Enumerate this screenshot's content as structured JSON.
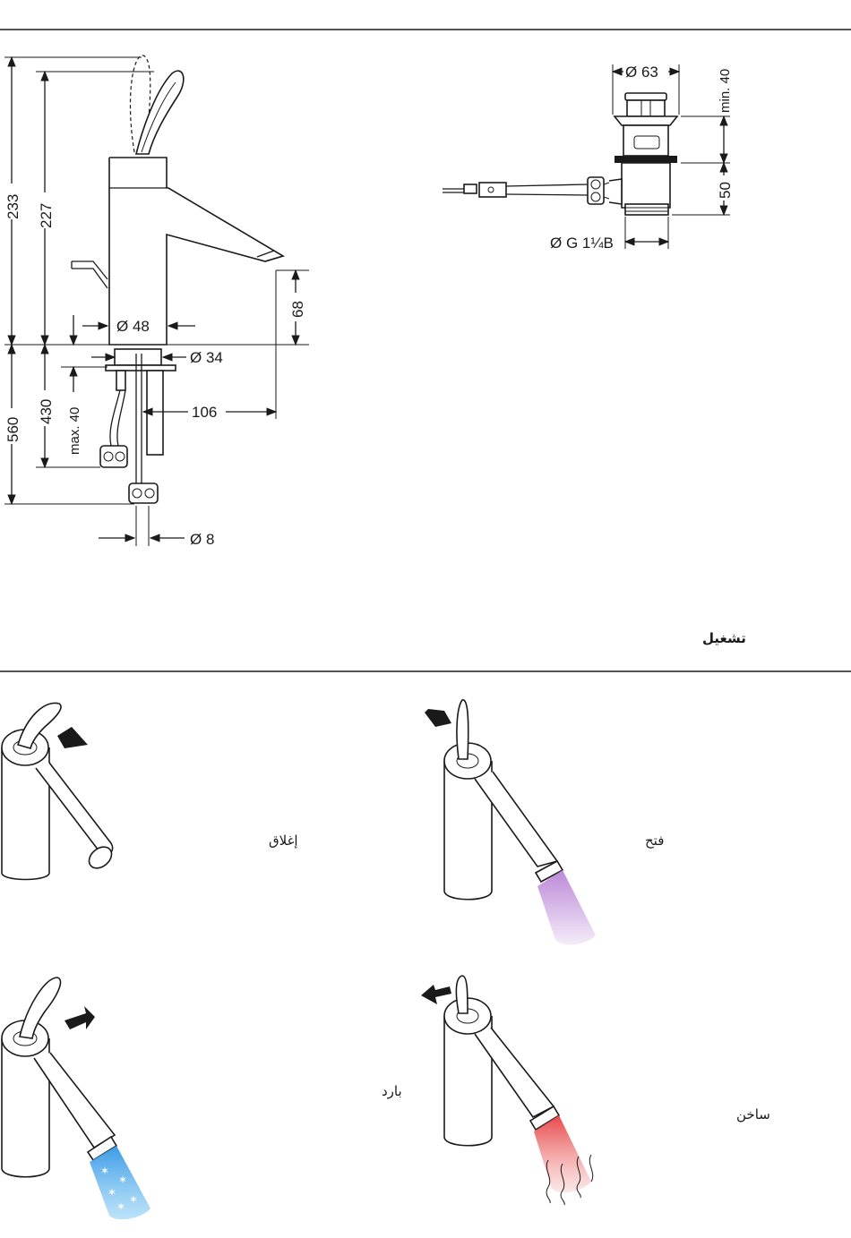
{
  "dimensions": {
    "height_233": "233",
    "height_227": "227",
    "diam_48": "Ø 48",
    "diam_34": "Ø 34",
    "spout_68": "68",
    "reach_106": "106",
    "height_560": "560",
    "height_430": "430",
    "max_40": "max. 40",
    "diam_8": "Ø 8",
    "waste_diam_63": "Ø 63",
    "waste_min_40": "min. 40",
    "waste_50": "50",
    "waste_thread": "Ø G 1¼B"
  },
  "section_title": "تشغيل",
  "operation": {
    "close_label": "إغلاق",
    "open_label": "فتح",
    "cold_label": "بارد",
    "hot_label": "ساخن"
  },
  "colors": {
    "mixed_water": "#b983d6",
    "cold_water": "#4fa8e8",
    "hot_water": "#e8494a"
  }
}
